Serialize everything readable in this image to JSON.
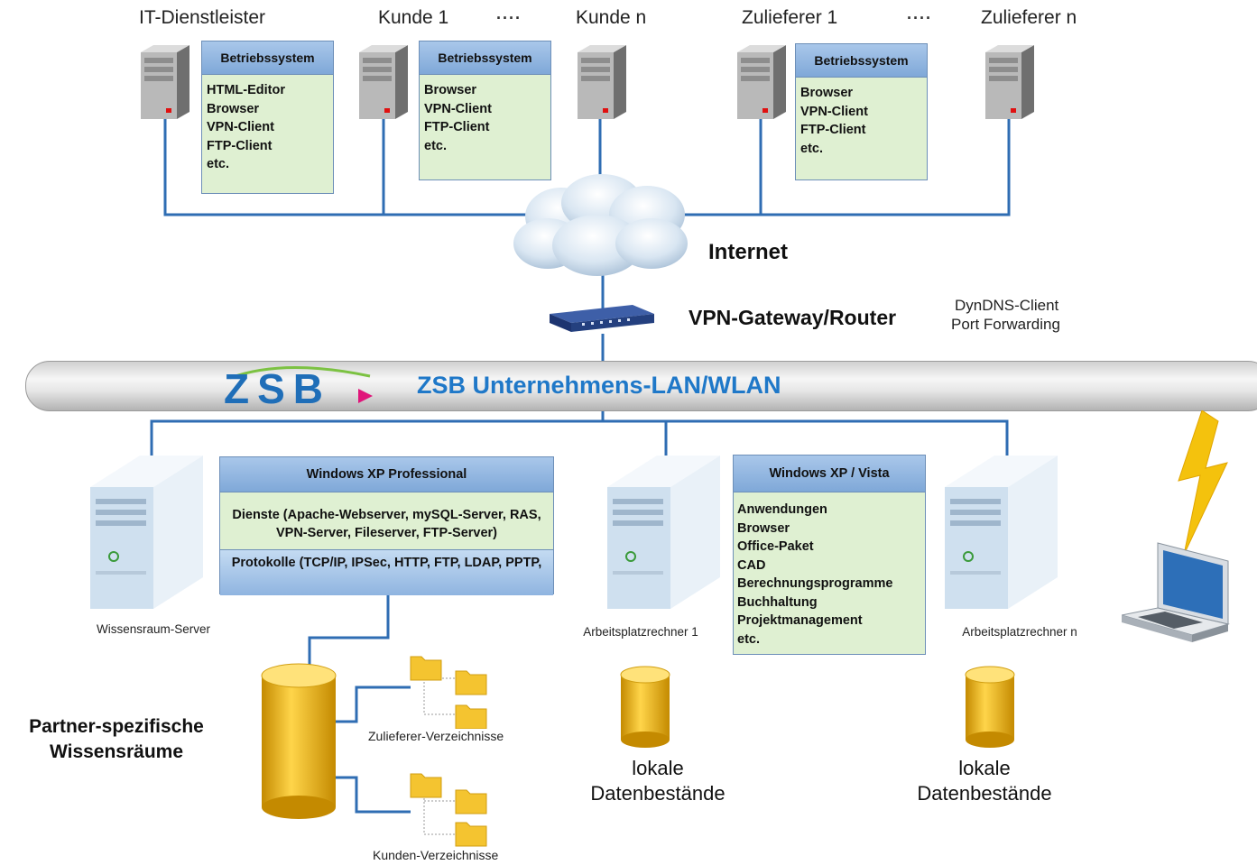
{
  "top_nodes": [
    {
      "label": "IT-Dienstleister"
    },
    {
      "label": "Kunde 1"
    },
    {
      "label": "Kunde n"
    },
    {
      "label": "Zulieferer 1"
    },
    {
      "label": "Zulieferer n"
    }
  ],
  "ellipsis": "····",
  "os_boxes": [
    {
      "title": "Betriebssystem",
      "items": [
        "HTML-Editor",
        "Browser",
        "VPN-Client",
        "FTP-Client",
        "etc."
      ]
    },
    {
      "title": "Betriebssystem",
      "items": [
        "Browser",
        "VPN-Client",
        "FTP-Client",
        "etc."
      ]
    },
    {
      "title": "Betriebssystem",
      "items": [
        "Browser",
        "VPN-Client",
        "FTP-Client",
        "etc."
      ]
    }
  ],
  "internet": {
    "label": "Internet"
  },
  "gateway": {
    "label": "VPN-Gateway/Router",
    "notes": [
      "DynDNS-Client",
      "Port Forwarding"
    ]
  },
  "lan": {
    "logo": "ZSB",
    "label": "ZSB Unternehmens-LAN/WLAN"
  },
  "server_box": {
    "title": "Windows XP Professional",
    "services": "Dienste (Apache-Webserver, mySQL-Server, RAS, VPN-Server, Fileserver, FTP-Server)",
    "protocols": "Protokolle (TCP/IP, IPSec, HTTP, FTP, LDAP, PPTP,"
  },
  "server_caption": "Wissensraum-Server",
  "workstation_box": {
    "title": "Windows XP / Vista",
    "items": [
      "Anwendungen",
      "Browser",
      "Office-Paket",
      "CAD",
      "Berechnungsprogramme",
      "Buchhaltung",
      "Projektmanagement",
      "etc."
    ]
  },
  "workstations": [
    {
      "label": "Arbeitsplatzrechner 1",
      "storage": "lokale Datenbestände"
    },
    {
      "label": "Arbeitsplatzrechner n",
      "storage": "lokale Datenbestände"
    }
  ],
  "knowledge": {
    "title": "Partner-spezifische Wissensräume",
    "folders": [
      "Zulieferer-Verzeichnisse",
      "Kunden-Verzeichnisse"
    ]
  },
  "colors": {
    "wire": "#2f6db3",
    "lan_text": "#1f78c8",
    "box_header": "#8fb4e0",
    "box_body": "#dff0d2",
    "cylinder": "#f0b800"
  }
}
